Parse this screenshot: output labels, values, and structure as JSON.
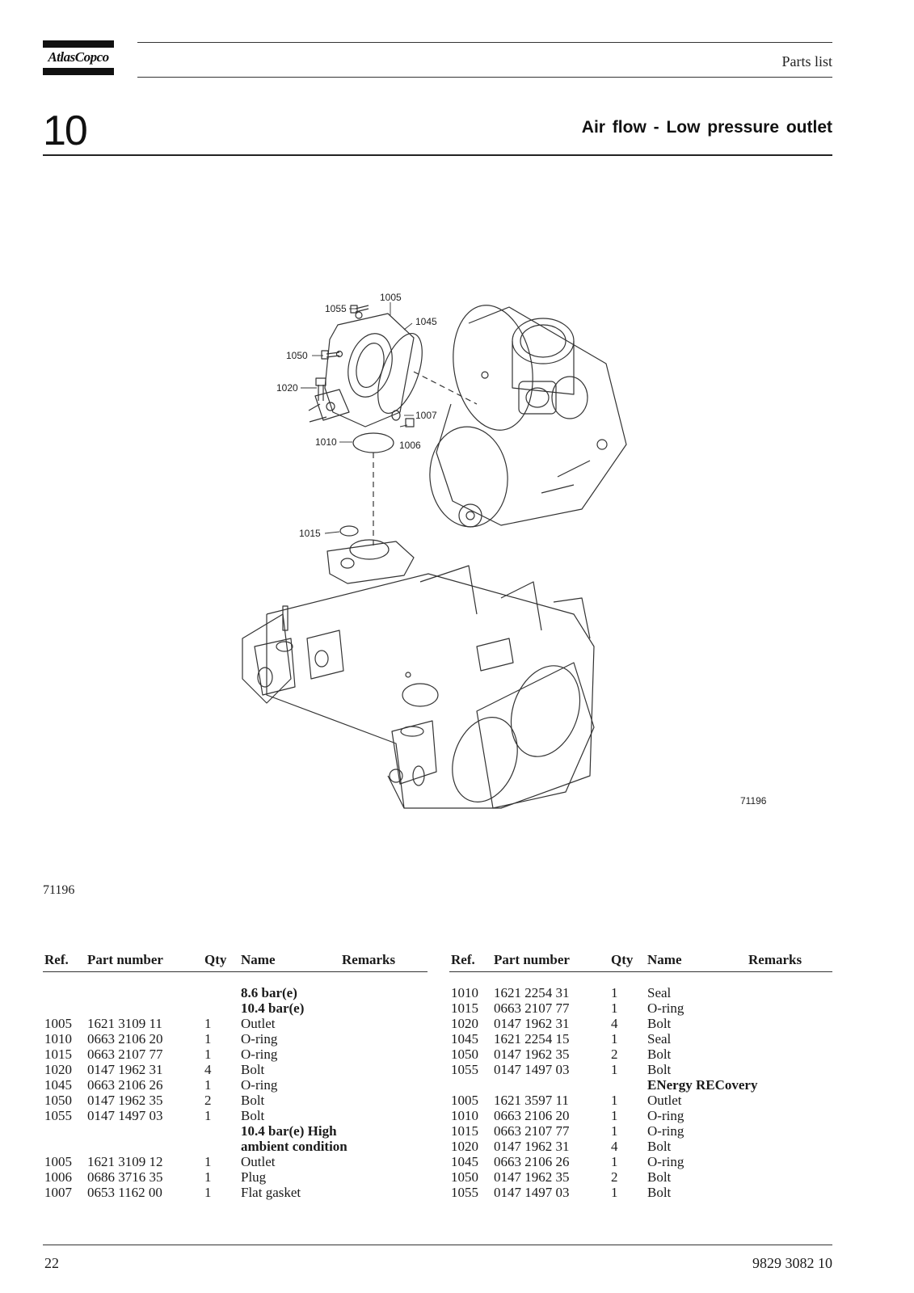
{
  "header": {
    "brand": "AtlasCopco",
    "label": "Parts list"
  },
  "section": {
    "number": "10",
    "title": "Air flow - Low pressure outlet"
  },
  "figure": {
    "callouts": [
      "1055",
      "1005",
      "1045",
      "1050",
      "1020",
      "1007",
      "1010",
      "1006",
      "1015"
    ],
    "figure_id": "71196",
    "caption": "71196"
  },
  "table_headers": {
    "ref": "Ref.",
    "part_number": "Part number",
    "qty": "Qty",
    "name": "Name",
    "remarks": "Remarks"
  },
  "left_rows": [
    {
      "ref": "",
      "part": "",
      "qty": "",
      "name": "8.6 bar(e)",
      "bold": true
    },
    {
      "ref": "",
      "part": "",
      "qty": "",
      "name": "10.4 bar(e)",
      "bold": true
    },
    {
      "ref": "1005",
      "part": "1621 3109 11",
      "qty": "1",
      "name": "Outlet"
    },
    {
      "ref": "1010",
      "part": "0663 2106 20",
      "qty": "1",
      "name": "O-ring"
    },
    {
      "ref": "1015",
      "part": "0663 2107 77",
      "qty": "1",
      "name": "O-ring"
    },
    {
      "ref": "1020",
      "part": "0147 1962 31",
      "qty": "4",
      "name": "Bolt"
    },
    {
      "ref": "1045",
      "part": "0663 2106 26",
      "qty": "1",
      "name": "O-ring"
    },
    {
      "ref": "1050",
      "part": "0147 1962 35",
      "qty": "2",
      "name": "Bolt"
    },
    {
      "ref": "1055",
      "part": "0147 1497 03",
      "qty": "1",
      "name": "Bolt"
    },
    {
      "ref": "",
      "part": "",
      "qty": "",
      "name": "10.4 bar(e) High",
      "bold": true
    },
    {
      "ref": "",
      "part": "",
      "qty": "",
      "name": "ambient condition",
      "bold": true
    },
    {
      "ref": "1005",
      "part": "1621 3109 12",
      "qty": "1",
      "name": "Outlet"
    },
    {
      "ref": "1006",
      "part": "0686 3716 35",
      "qty": "1",
      "name": "Plug"
    },
    {
      "ref": "1007",
      "part": "0653 1162 00",
      "qty": "1",
      "name": "Flat gasket"
    }
  ],
  "right_rows": [
    {
      "ref": "1010",
      "part": "1621 2254 31",
      "qty": "1",
      "name": "Seal"
    },
    {
      "ref": "1015",
      "part": "0663 2107 77",
      "qty": "1",
      "name": "O-ring"
    },
    {
      "ref": "1020",
      "part": "0147 1962 31",
      "qty": "4",
      "name": "Bolt"
    },
    {
      "ref": "1045",
      "part": "1621 2254 15",
      "qty": "1",
      "name": "Seal"
    },
    {
      "ref": "1050",
      "part": "0147 1962 35",
      "qty": "2",
      "name": "Bolt"
    },
    {
      "ref": "1055",
      "part": "0147 1497 03",
      "qty": "1",
      "name": "Bolt"
    },
    {
      "ref": "",
      "part": "",
      "qty": "",
      "name": "ENergy RECovery",
      "bold": true
    },
    {
      "ref": "1005",
      "part": "1621 3597 11",
      "qty": "1",
      "name": "Outlet"
    },
    {
      "ref": "1010",
      "part": "0663 2106 20",
      "qty": "1",
      "name": "O-ring"
    },
    {
      "ref": "1015",
      "part": "0663 2107 77",
      "qty": "1",
      "name": "O-ring"
    },
    {
      "ref": "1020",
      "part": "0147 1962 31",
      "qty": "4",
      "name": "Bolt"
    },
    {
      "ref": "1045",
      "part": "0663 2106 26",
      "qty": "1",
      "name": "O-ring"
    },
    {
      "ref": "1050",
      "part": "0147 1962 35",
      "qty": "2",
      "name": "Bolt"
    },
    {
      "ref": "1055",
      "part": "0147 1497 03",
      "qty": "1",
      "name": "Bolt"
    }
  ],
  "footer": {
    "page": "22",
    "document_number": "9829 3082 10"
  }
}
